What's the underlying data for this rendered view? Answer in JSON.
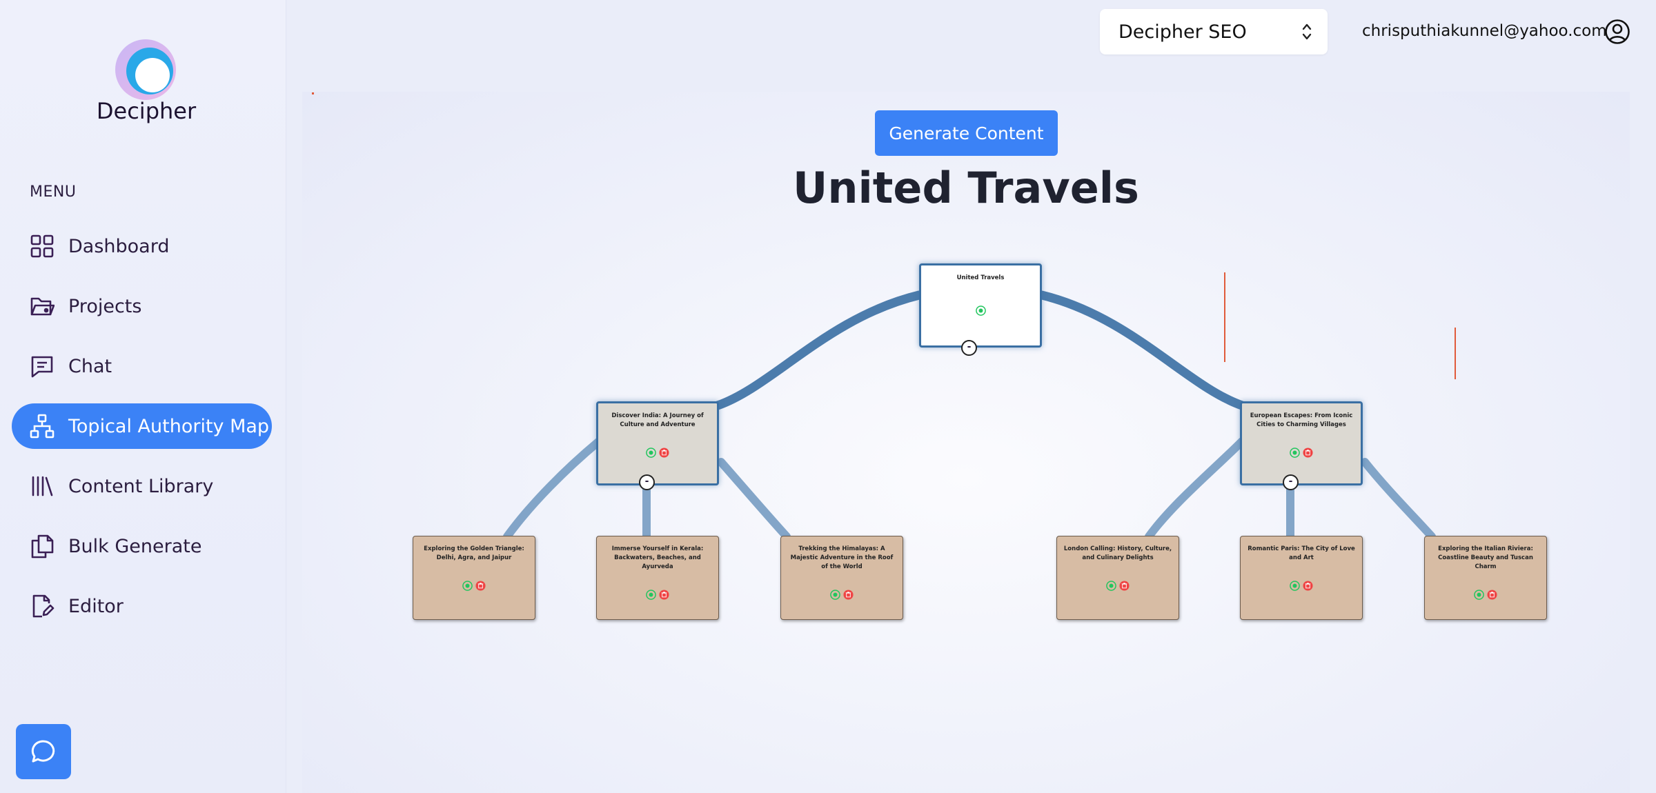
{
  "brand": {
    "name": "Decipher"
  },
  "menu": {
    "label": "MENU",
    "items": [
      {
        "label": "Dashboard",
        "icon": "dashboard-grid-icon"
      },
      {
        "label": "Projects",
        "icon": "folder-icon"
      },
      {
        "label": "Chat",
        "icon": "chat-icon"
      },
      {
        "label": "Topical Authority Map",
        "icon": "sitemap-icon",
        "active": true
      },
      {
        "label": "Content Library",
        "icon": "library-icon"
      },
      {
        "label": "Bulk Generate",
        "icon": "copy-files-icon"
      },
      {
        "label": "Editor",
        "icon": "edit-file-icon"
      }
    ]
  },
  "header": {
    "project_select": "Decipher SEO",
    "user_email": "chrisputhiakunnel@yahoo.com"
  },
  "main": {
    "generate_button": "Generate Content",
    "title": "United Travels"
  },
  "tree": {
    "root": {
      "title": "United Travels",
      "collapse_label": "-"
    },
    "branches": [
      {
        "title": "Discover India: A Journey of Culture and Adventure",
        "collapse_label": "-",
        "children": [
          "Exploring the Golden Triangle: Delhi, Agra, and Jaipur",
          "Immerse Yourself in Kerala: Backwaters, Beaches, and Ayurveda",
          "Trekking the Himalayas: A Majestic Adventure in the Roof of the World"
        ]
      },
      {
        "title": "European Escapes: From Iconic Cities to Charming Villages",
        "collapse_label": "-",
        "children": [
          "London Calling: History, Culture, and Culinary Delights",
          "Romantic Paris: The City of Love and Art",
          "Exploring the Italian Riviera: Coastline Beauty and Tuscan Charm"
        ]
      }
    ]
  },
  "colors": {
    "accent": "#3b82f6",
    "edge": "#3a6fa3",
    "view_icon": "#22c55e",
    "delete_icon": "#ef4444",
    "leaf_node": "#d7bca4",
    "branch_node": "#dcd9d2"
  }
}
